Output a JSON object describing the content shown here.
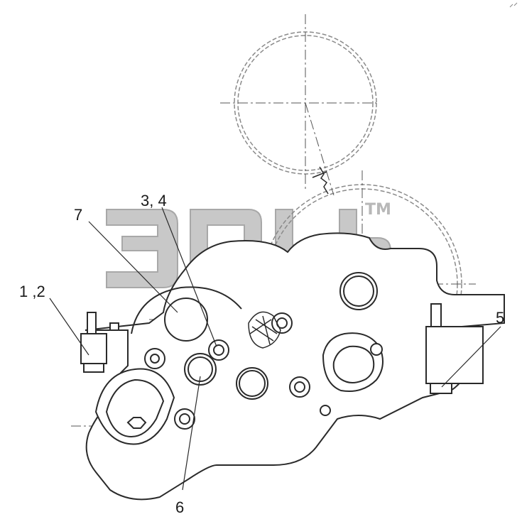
{
  "diagram": {
    "callouts": [
      {
        "id": "label-1-2",
        "text": "1 ,2"
      },
      {
        "id": "label-3-4",
        "text": "3, 4"
      },
      {
        "id": "label-5",
        "text": "5"
      },
      {
        "id": "label-6",
        "text": "6"
      },
      {
        "id": "label-7",
        "text": "7"
      }
    ],
    "watermark": {
      "text": "ЭПЕ",
      "trademark": "TM",
      "color": "#c8c8c8"
    },
    "colors": {
      "line": "#2a2a2a",
      "dashed_gear": "#8a8a8a",
      "centerline": "#555555"
    }
  }
}
